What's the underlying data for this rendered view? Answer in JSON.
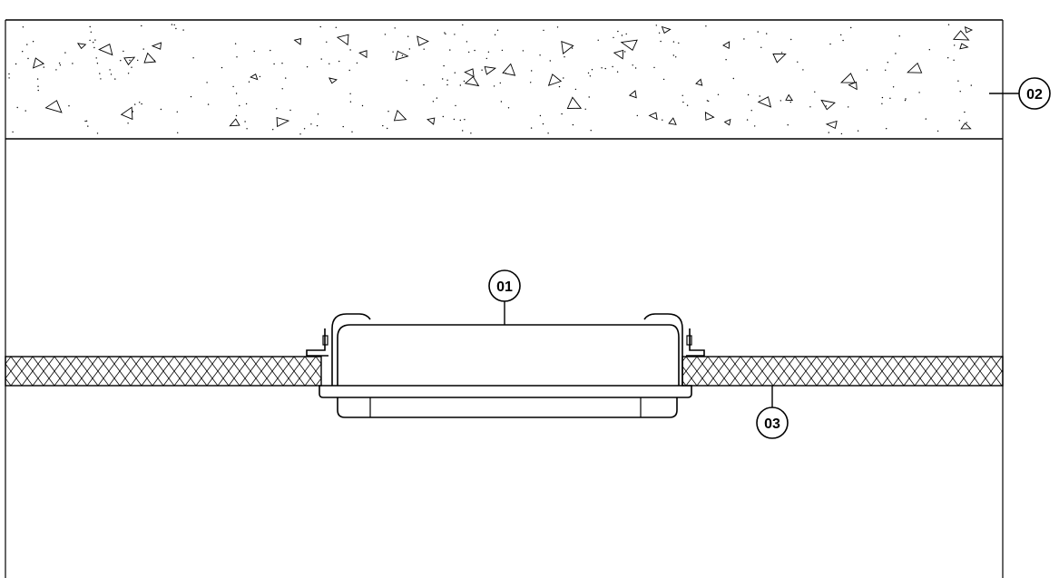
{
  "callouts": {
    "unit": "01",
    "slab": "02",
    "ceiling_board": "03"
  },
  "colors": {
    "line": "#000000",
    "background": "#ffffff"
  }
}
